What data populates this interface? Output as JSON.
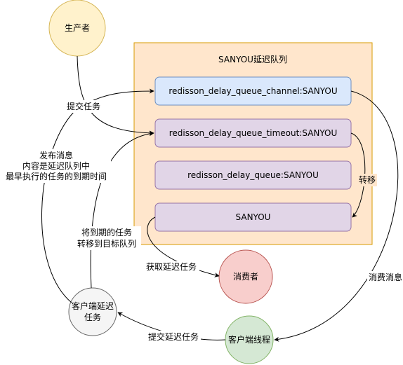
{
  "nodes": {
    "producer": "生产者",
    "consumer": "消费者",
    "client_thread": "客户端线程",
    "client_delay_task": [
      "客户端延迟",
      "任务"
    ]
  },
  "container": {
    "title": "SANYOU延迟队列"
  },
  "queues": {
    "channel": "redisson_delay_queue_channel:SANYOU",
    "timeout": "redisson_delay_queue_timeout:SANYOU",
    "delay_queue": "redisson_delay_queue:SANYOU",
    "target": "SANYOU"
  },
  "edge_labels": {
    "submit_task": "提交任务",
    "publish_message": [
      "发布消息",
      "内容是延迟队列中",
      "最早执行的任务的到期时间"
    ],
    "move_expired": [
      "将到期的任务",
      "转移到目标队列"
    ],
    "transfer": "转移",
    "fetch_delay_task": "获取延迟任务",
    "consume_message": "消费消息",
    "submit_delay_task": "提交延迟任务"
  },
  "colors": {
    "producer_fill": "#fff2cc",
    "producer_stroke": "#d6b656",
    "container_fill": "#ffe6cc",
    "container_stroke": "#d79b00",
    "channel_fill": "#dae8fc",
    "channel_stroke": "#6c8ebf",
    "purple_fill": "#e1d5e7",
    "purple_stroke": "#9673a6",
    "consumer_fill": "#f8cecc",
    "consumer_stroke": "#b85450",
    "thread_fill": "#d5e8d4",
    "thread_stroke": "#82b366",
    "client_fill": "#f5f5f5",
    "client_stroke": "#666666"
  }
}
